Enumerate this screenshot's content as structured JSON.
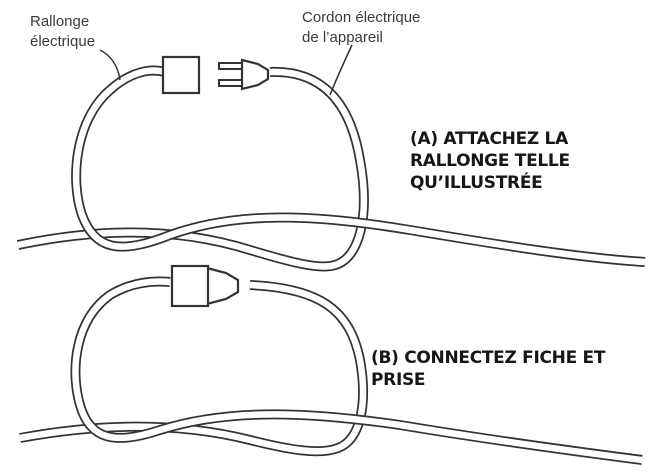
{
  "labels": {
    "extension_cord": {
      "line1": "Rallonge",
      "line2": "électrique"
    },
    "appliance_cord": {
      "line1": "Cordon électrique",
      "line2": "de l’appareil"
    }
  },
  "steps": [
    {
      "lines": [
        "(A) ATTACHEZ LA",
        "RALLONGE TELLE",
        "QU’ILLUSTRÉE"
      ]
    },
    {
      "lines": [
        "(B) CONNECTEZ FICHE ET",
        "PRISE"
      ]
    }
  ],
  "colors": {
    "line": "#333333",
    "fill": "#ffffff"
  }
}
